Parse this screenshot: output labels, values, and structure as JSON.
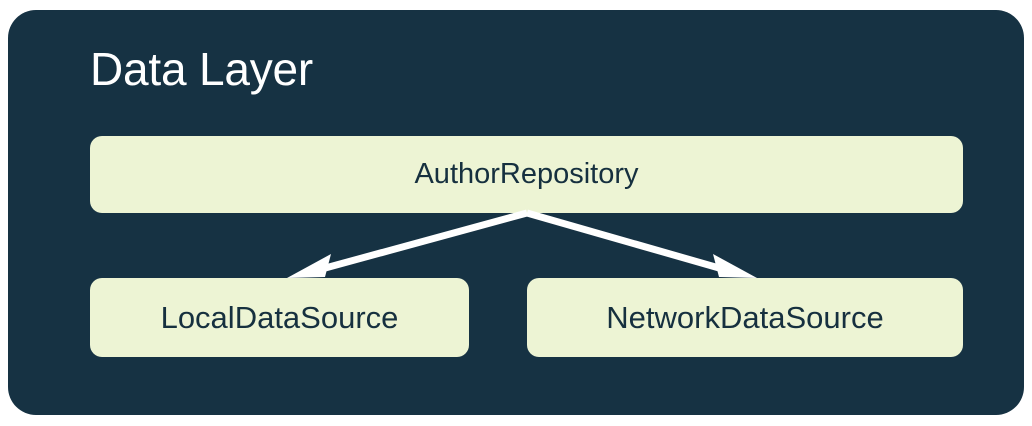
{
  "diagram": {
    "title": "Data Layer",
    "panel_color": "#163243",
    "node_fill_color": "#EDF4D4",
    "node_text_color": "#16303F",
    "title_color": "#FFFFFF",
    "arrow_color": "#FFFFFF",
    "nodes": [
      {
        "id": "repository",
        "label": "AuthorRepository"
      },
      {
        "id": "local",
        "label": "LocalDataSource"
      },
      {
        "id": "network",
        "label": "NetworkDataSource"
      }
    ],
    "edges": [
      {
        "from": "AuthorRepository",
        "to": "LocalDataSource",
        "style": "arrow"
      },
      {
        "from": "AuthorRepository",
        "to": "NetworkDataSource",
        "style": "arrow"
      }
    ]
  }
}
